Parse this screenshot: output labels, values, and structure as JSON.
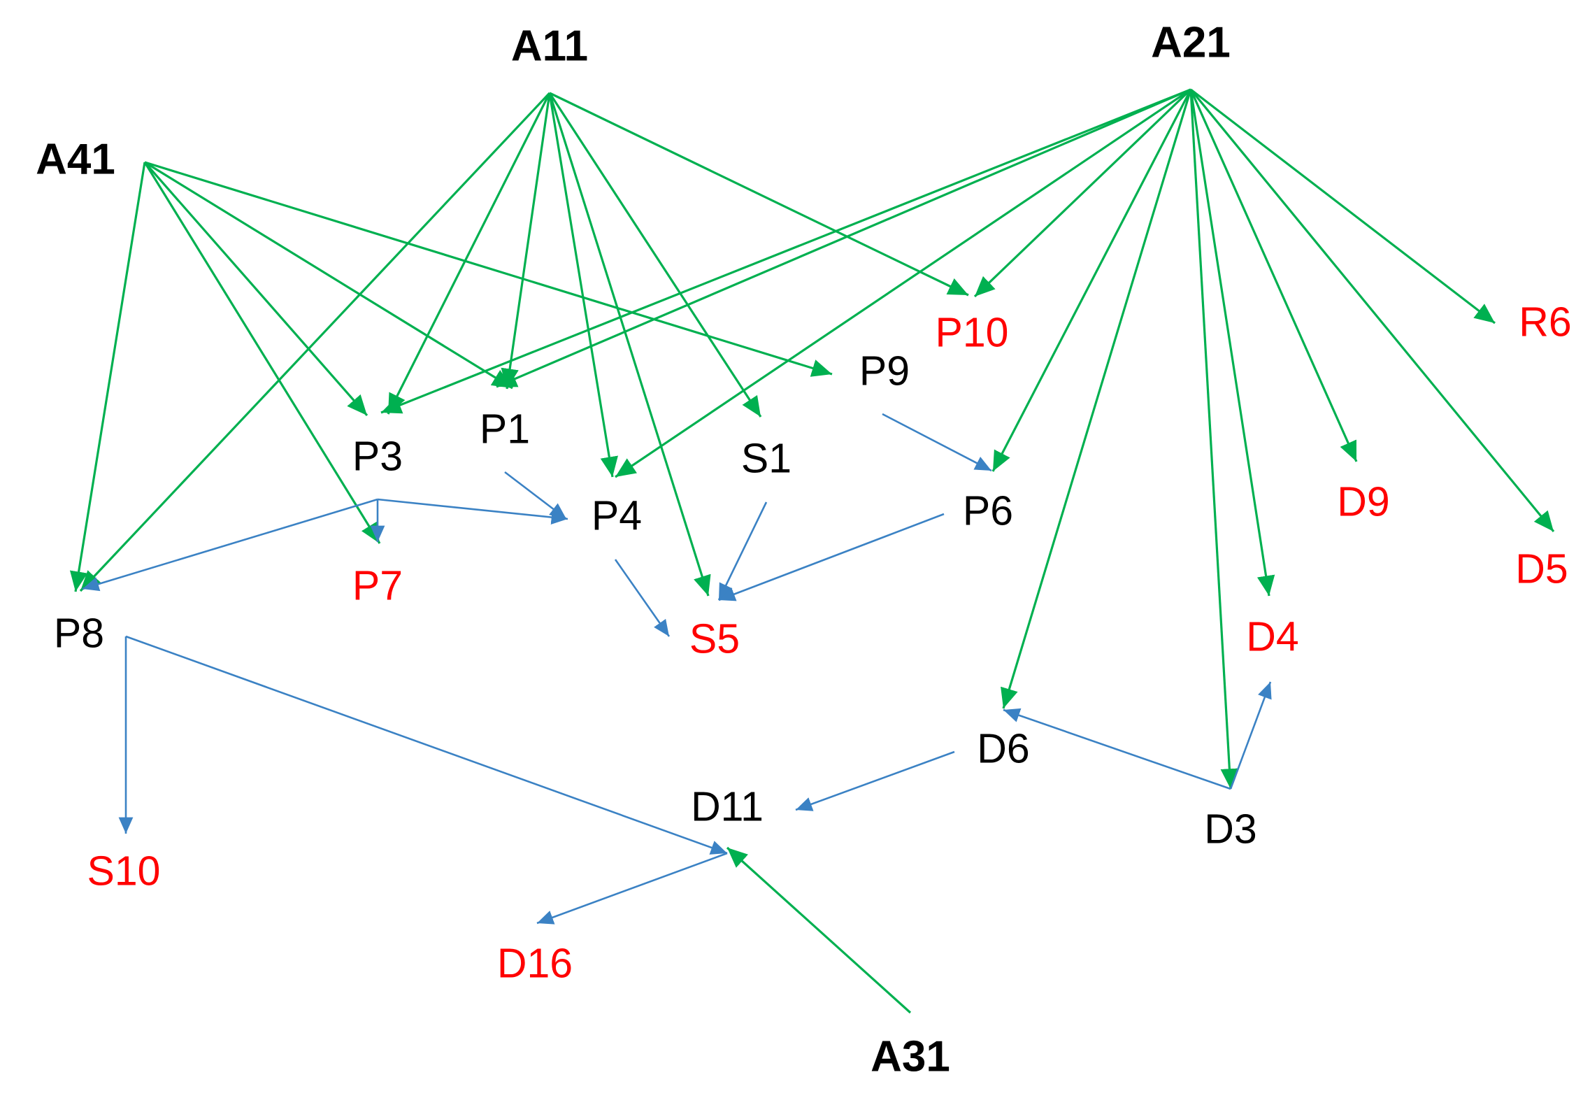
{
  "colors": {
    "attribute_arrow": "#00b050",
    "dependency_arrow": "#3b82c4",
    "text_default": "#000000",
    "text_highlight": "#ff0000"
  },
  "nodes": [
    {
      "id": "A11",
      "label": "A11",
      "style": "bold",
      "color": "#000000"
    },
    {
      "id": "A21",
      "label": "A21",
      "style": "bold",
      "color": "#000000"
    },
    {
      "id": "A41",
      "label": "A41",
      "style": "bold",
      "color": "#000000"
    },
    {
      "id": "A31",
      "label": "A31",
      "style": "bold",
      "color": "#000000"
    },
    {
      "id": "P10",
      "label": "P10",
      "style": "normal",
      "color": "#ff0000"
    },
    {
      "id": "R6",
      "label": "R6",
      "style": "normal",
      "color": "#ff0000"
    },
    {
      "id": "P9",
      "label": "P9",
      "style": "normal",
      "color": "#000000"
    },
    {
      "id": "P1",
      "label": "P1",
      "style": "normal",
      "color": "#000000"
    },
    {
      "id": "P3",
      "label": "P3",
      "style": "normal",
      "color": "#000000"
    },
    {
      "id": "S1",
      "label": "S1",
      "style": "normal",
      "color": "#000000"
    },
    {
      "id": "P4",
      "label": "P4",
      "style": "normal",
      "color": "#000000"
    },
    {
      "id": "P6",
      "label": "P6",
      "style": "normal",
      "color": "#000000"
    },
    {
      "id": "D9",
      "label": "D9",
      "style": "normal",
      "color": "#ff0000"
    },
    {
      "id": "D5",
      "label": "D5",
      "style": "normal",
      "color": "#ff0000"
    },
    {
      "id": "P7",
      "label": "P7",
      "style": "normal",
      "color": "#ff0000"
    },
    {
      "id": "P8",
      "label": "P8",
      "style": "normal",
      "color": "#000000"
    },
    {
      "id": "S5",
      "label": "S5",
      "style": "normal",
      "color": "#ff0000"
    },
    {
      "id": "D4",
      "label": "D4",
      "style": "normal",
      "color": "#ff0000"
    },
    {
      "id": "D6",
      "label": "D6",
      "style": "normal",
      "color": "#000000"
    },
    {
      "id": "D11",
      "label": "D11",
      "style": "normal",
      "color": "#000000"
    },
    {
      "id": "D3",
      "label": "D3",
      "style": "normal",
      "color": "#000000"
    },
    {
      "id": "S10",
      "label": "S10",
      "style": "normal",
      "color": "#ff0000"
    },
    {
      "id": "D16",
      "label": "D16",
      "style": "normal",
      "color": "#ff0000"
    }
  ],
  "edges": [
    {
      "from": "A11",
      "to": "P10",
      "kind": "attribute"
    },
    {
      "from": "A11",
      "to": "P3",
      "kind": "attribute"
    },
    {
      "from": "A11",
      "to": "P1",
      "kind": "attribute"
    },
    {
      "from": "A11",
      "to": "P4",
      "kind": "attribute"
    },
    {
      "from": "A11",
      "to": "S5",
      "kind": "attribute"
    },
    {
      "from": "A11",
      "to": "S1",
      "kind": "attribute"
    },
    {
      "from": "A11",
      "to": "P8",
      "kind": "attribute"
    },
    {
      "from": "A21",
      "to": "P10",
      "kind": "attribute"
    },
    {
      "from": "A21",
      "to": "R6",
      "kind": "attribute"
    },
    {
      "from": "A21",
      "to": "P3",
      "kind": "attribute"
    },
    {
      "from": "A21",
      "to": "P1",
      "kind": "attribute"
    },
    {
      "from": "A21",
      "to": "P4",
      "kind": "attribute"
    },
    {
      "from": "A21",
      "to": "P6",
      "kind": "attribute"
    },
    {
      "from": "A21",
      "to": "D6",
      "kind": "attribute"
    },
    {
      "from": "A21",
      "to": "D3",
      "kind": "attribute"
    },
    {
      "from": "A21",
      "to": "D4",
      "kind": "attribute"
    },
    {
      "from": "A21",
      "to": "D9",
      "kind": "attribute"
    },
    {
      "from": "A21",
      "to": "D5",
      "kind": "attribute"
    },
    {
      "from": "A41",
      "to": "P8",
      "kind": "attribute"
    },
    {
      "from": "A41",
      "to": "P7",
      "kind": "attribute"
    },
    {
      "from": "A41",
      "to": "P3",
      "kind": "attribute"
    },
    {
      "from": "A41",
      "to": "P1",
      "kind": "attribute"
    },
    {
      "from": "A41",
      "to": "P9",
      "kind": "attribute"
    },
    {
      "from": "A31",
      "to": "D11",
      "kind": "attribute"
    },
    {
      "from": "P9",
      "to": "P6",
      "kind": "dependency"
    },
    {
      "from": "P1",
      "to": "P4",
      "kind": "dependency"
    },
    {
      "from": "P3",
      "to": "P4",
      "kind": "dependency"
    },
    {
      "from": "P3",
      "to": "P7",
      "kind": "dependency"
    },
    {
      "from": "P3",
      "to": "P8",
      "kind": "dependency"
    },
    {
      "from": "P4",
      "to": "S5",
      "kind": "dependency"
    },
    {
      "from": "S1",
      "to": "S5",
      "kind": "dependency"
    },
    {
      "from": "P6",
      "to": "S5",
      "kind": "dependency"
    },
    {
      "from": "P8",
      "to": "S10",
      "kind": "dependency"
    },
    {
      "from": "P8",
      "to": "D11",
      "kind": "dependency"
    },
    {
      "from": "D6",
      "to": "D11",
      "kind": "dependency"
    },
    {
      "from": "D3",
      "to": "D6",
      "kind": "dependency"
    },
    {
      "from": "D3",
      "to": "D4",
      "kind": "dependency"
    },
    {
      "from": "D11",
      "to": "D16",
      "kind": "dependency"
    }
  ]
}
